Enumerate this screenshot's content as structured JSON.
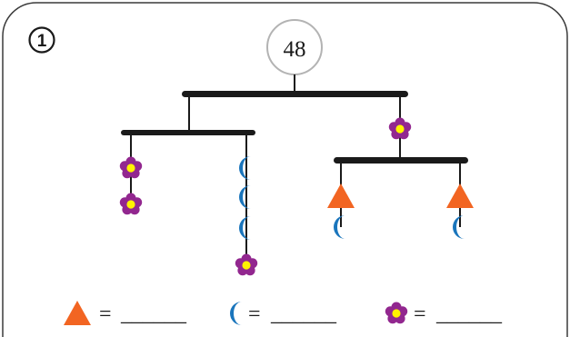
{
  "problem": {
    "number": "1",
    "total": "48"
  },
  "shapes": {
    "triangle_color": "#f26522",
    "moon_color": "#1a75bc",
    "flower_petal_color": "#92278f",
    "flower_center_color": "#fff200"
  },
  "legend": [
    {
      "shape": "triangle",
      "equals": "=",
      "blank": "______"
    },
    {
      "shape": "moon",
      "equals": "=",
      "blank": "______"
    },
    {
      "shape": "flower",
      "equals": "=",
      "blank": "______"
    }
  ]
}
